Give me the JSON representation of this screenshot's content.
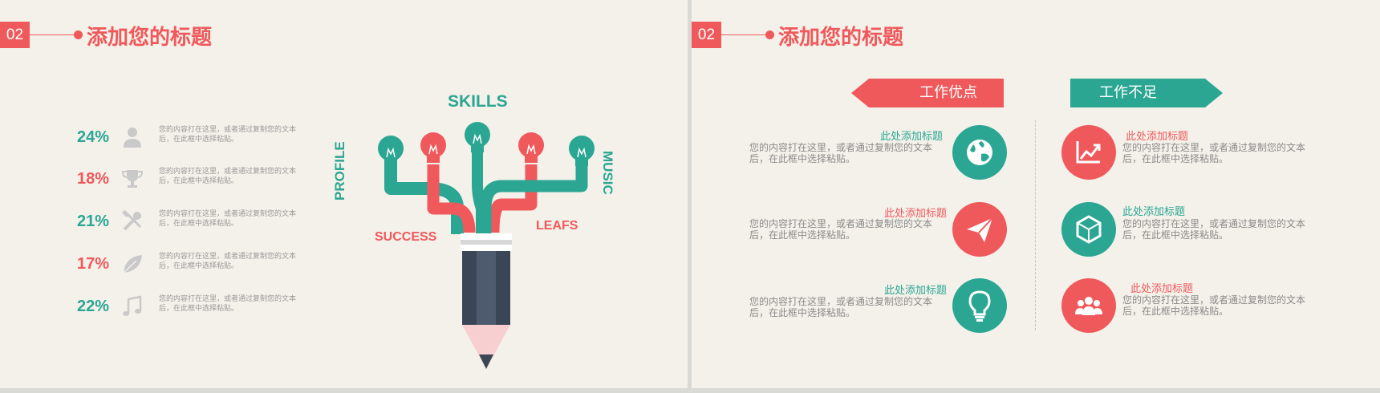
{
  "colors": {
    "red": "#f0595b",
    "teal": "#2aa693",
    "dark": "#3a4556",
    "pink": "#f7cfd0",
    "grey": "#bdbdbd"
  },
  "left": {
    "tag": "02",
    "title": "添加您的标题",
    "rows": [
      {
        "pct": "24%",
        "color": "#2aa693",
        "icon": "user-icon",
        "text": "您的内容打在这里，或者通过复制您的文本后，在此框中选择粘贴。"
      },
      {
        "pct": "18%",
        "color": "#f0595b",
        "icon": "trophy-icon",
        "text": "您的内容打在这里，或者通过复制您的文本后，在此框中选择粘贴。"
      },
      {
        "pct": "21%",
        "color": "#2aa693",
        "icon": "tools-icon",
        "text": "您的内容打在这里，或者通过复制您的文本后，在此框中选择粘贴。"
      },
      {
        "pct": "17%",
        "color": "#f0595b",
        "icon": "leaf-icon",
        "text": "您的内容打在这里，或者通过复制您的文本后，在此框中选择粘贴。"
      },
      {
        "pct": "22%",
        "color": "#2aa693",
        "icon": "music-note-icon",
        "text": "您的内容打在这里，或者通过复制您的文本后，在此框中选择粘贴。"
      }
    ],
    "words": {
      "skills": "SKILLS",
      "profile": "PROFILE",
      "music": "MUSIC",
      "success": "SUCCESS",
      "leafs": "LEAFS"
    }
  },
  "right": {
    "tag": "02",
    "title": "添加您的标题",
    "pros_label": "工作优点",
    "cons_label": "工作不足",
    "items": [
      {
        "title": "此处添加标题",
        "color": "#2aa693",
        "icon": "globe-icon",
        "text": "您的内容打在这里，或者通过复制您的文本后，在此框中选择粘贴。"
      },
      {
        "title": "此处添加标题",
        "color": "#f0595b",
        "icon": "paper-plane-icon",
        "text": "您的内容打在这里，或者通过复制您的文本后，在此框中选择粘贴。"
      },
      {
        "title": "此处添加标题",
        "color": "#2aa693",
        "icon": "lightbulb-icon",
        "text": "您的内容打在这里，或者通过复制您的文本后，在此框中选择粘贴。"
      },
      {
        "title": "此处添加标题",
        "color": "#f0595b",
        "icon": "trend-chart-icon",
        "text": "您的内容打在这里，或者通过复制您的文本后，在此框中选择粘贴。"
      },
      {
        "title": "此处添加标题",
        "color": "#2aa693",
        "icon": "cube-icon",
        "text": "您的内容打在这里，或者通过复制您的文本后，在此框中选择粘贴。"
      },
      {
        "title": "此处添加标题",
        "color": "#f0595b",
        "icon": "people-icon",
        "text": "您的内容打在这里，或者通过复制您的文本后，在此框中选择粘贴。"
      }
    ]
  }
}
